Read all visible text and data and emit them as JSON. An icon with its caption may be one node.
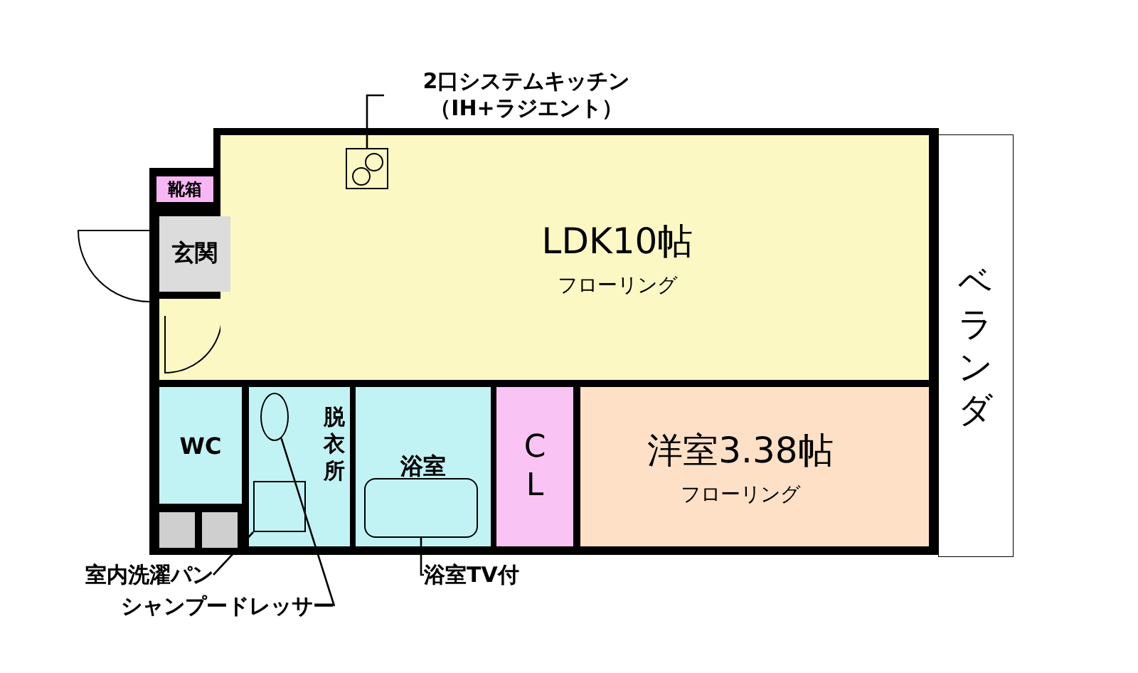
{
  "diagram": {
    "nodes": [
      {
        "text": [
          "LDK10帖",
          "フローリング"
        ]
      },
      {
        "text": [
          "洋室3.38帖",
          "フローリング"
        ]
      },
      {
        "text": [
          "CL"
        ]
      },
      {
        "text": [
          "浴室"
        ]
      },
      {
        "text": [
          "脱衣所"
        ]
      },
      {
        "text": [
          "WC"
        ]
      },
      {
        "text": [
          "玄関"
        ]
      },
      {
        "text": [
          "靴箱"
        ]
      },
      {
        "text": [
          "ベランダ"
        ]
      },
      {
        "text": [
          "2口システムキッチン（IH+ラジエント）"
        ]
      },
      {
        "text": [],
        "shape": "picture",
        "in": 0
      },
      {
        "text": [
          "室内洗濯パン"
        ]
      },
      {
        "text": [],
        "shape": "box",
        "in": 4
      },
      {
        "text": [
          "シャンプードレッサー"
        ]
      },
      {
        "text": [],
        "shape": "circle",
        "in": 4
      },
      {
        "text": [
          "浴室TV付"
        ]
      },
      {
        "text": [],
        "shape": "box",
        "in": 3
      }
    ],
    "edges": [
      {
        "from": 9,
        "to": 10,
        "arrow": "none"
      },
      {
        "from": 11,
        "to": 12,
        "arrow": "none"
      },
      {
        "from": 13,
        "to": 14,
        "arrow": "none"
      },
      {
        "from": 15,
        "to": 16,
        "arrow": "none"
      }
    ]
  }
}
